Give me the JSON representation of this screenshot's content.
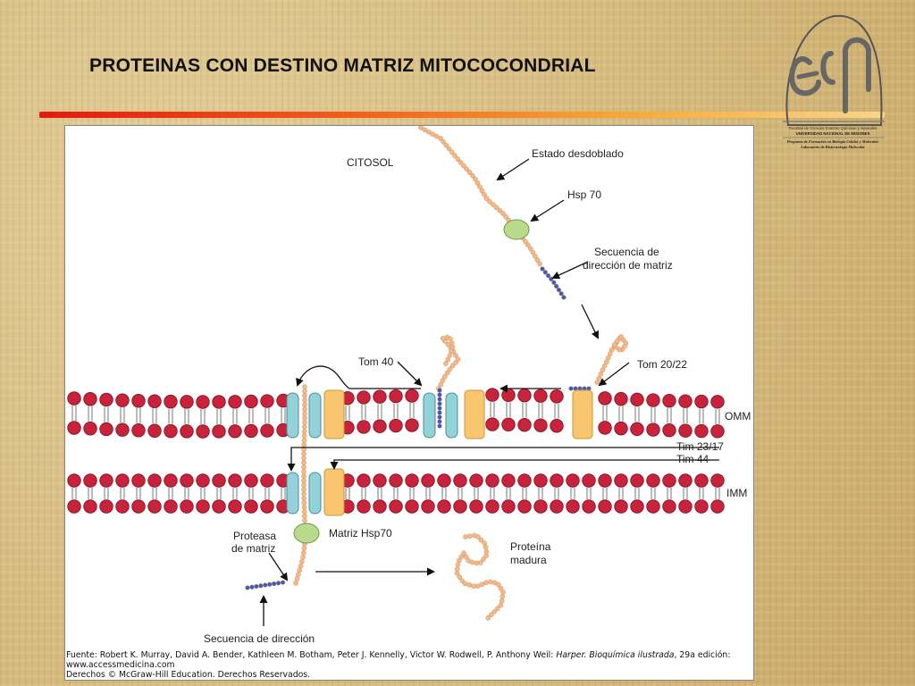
{
  "slide": {
    "title": "PROTEINAS CON DESTINO MATRIZ MITOCOCONDRIAL"
  },
  "logo": {
    "mark": "ecn",
    "faculty": "Facultad de Ciencias Exactas Químicas y Naturales",
    "university": "UNIVERSIDAD NACIONAL DE MISIONES",
    "program": "Programa de Formación en Biología Celular y Molecular",
    "lab": "Laboratorio de Biotecnología Molecular"
  },
  "figure": {
    "labels": {
      "citosol": "CITOSOL",
      "unfolded": "Estado desdoblado",
      "hsp70": "Hsp 70",
      "matrix_seq_1": "Secuencia de",
      "matrix_seq_2": "dirección de matriz",
      "tom40": "Tom 40",
      "tom2022": "Tom 20/22",
      "omm": "OMM",
      "tim2317": "Tim 23/17",
      "tim44": "Tim 44",
      "imm": "IMM",
      "protease_1": "Proteasa",
      "protease_2": "de matriz",
      "matrix_hsp70": "Matriz Hsp70",
      "mature_1": "Proteína",
      "mature_2": "madura",
      "direction_seq": "Secuencia de dirección"
    },
    "colors": {
      "lipid_head": "#c8233b",
      "protein_bead": "#f2b98a",
      "signal_bead": "#3d5fb3",
      "tom_channel": "#93d2d8",
      "tim_channel": "#93d2d8",
      "receptor": "#f8c66f",
      "chaperone": "#b9d98c"
    }
  },
  "footer": {
    "source_prefix": "Fuente: Robert K. Murray, David A. Bender, Kathleen M. Botham, Peter J. Kennelly, Victor W. Rodwell, P. Anthony Weil: ",
    "book_title": "Harper. Bioquímica ilustrada",
    "source_suffix": ", 29a edición:",
    "url": "www.accessmedicina.com",
    "rights": "Derechos © McGraw-Hill Education. Derechos Reservados."
  }
}
